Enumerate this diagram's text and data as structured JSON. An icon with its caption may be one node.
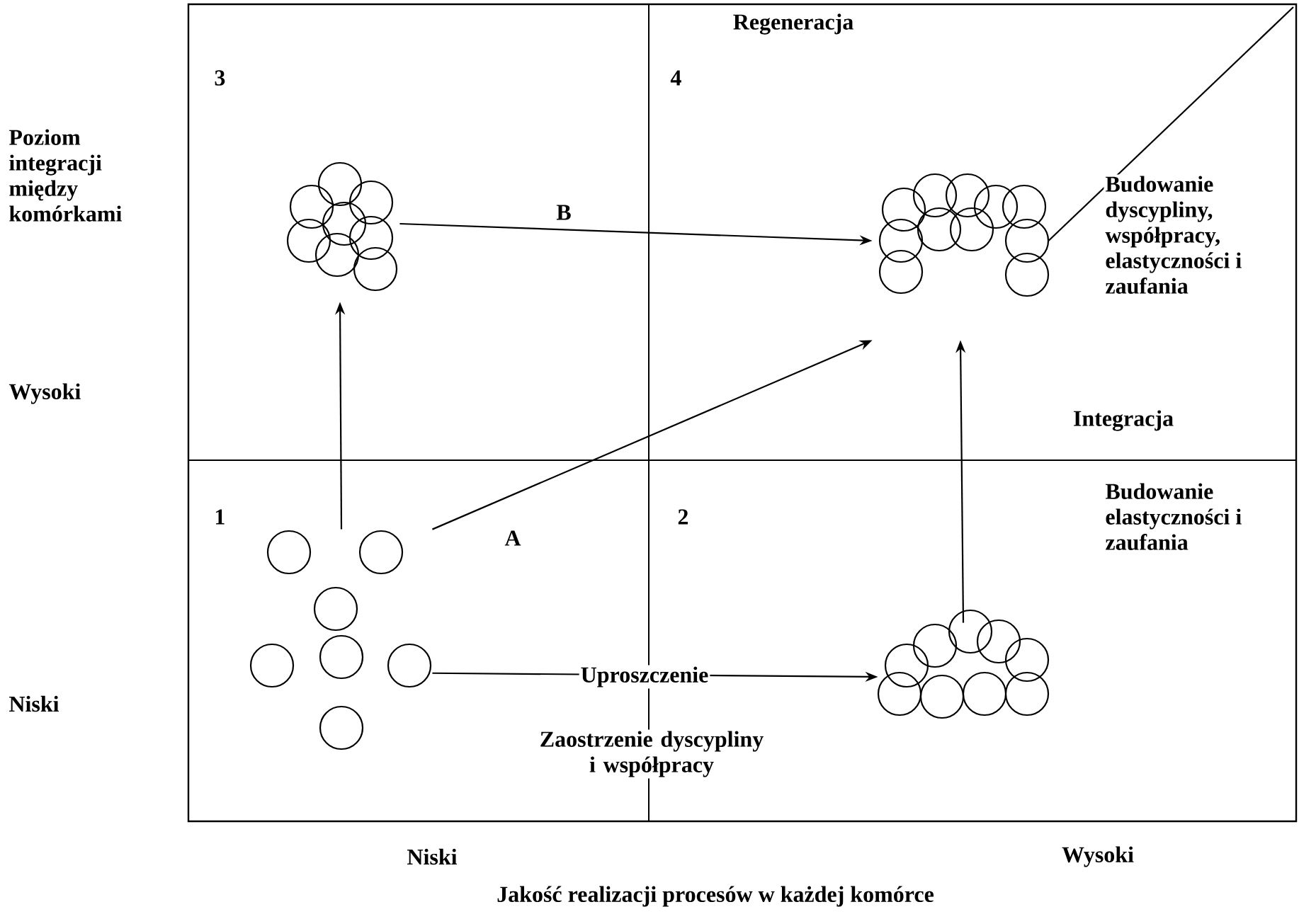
{
  "diagram": {
    "caption": "Jakość realizacji procesów w każdej komórce",
    "nodes": [
      {
        "text": [],
        "shape": "circles"
      },
      {
        "text": [],
        "shape": "circles"
      },
      {
        "text": [],
        "shape": "circles"
      },
      {
        "text": [],
        "shape": "circles"
      }
    ],
    "edges": [
      {
        "from": 2,
        "to": 0,
        "arrow": "to"
      },
      {
        "from": 2,
        "to": 1,
        "arrow": "to",
        "label": "A"
      },
      {
        "from": 0,
        "to": 1,
        "arrow": "to",
        "label": "B"
      },
      {
        "from": 2,
        "to": 3,
        "arrow": "to",
        "label": "Uproszczenie"
      },
      {
        "from": 3,
        "to": 1,
        "arrow": "to"
      },
      {
        "from": 1,
        "to": null,
        "arrow": "none"
      }
    ],
    "labels": [
      "Regeneracja",
      "3",
      "4",
      "Poziom integracji między komórkami",
      "Budowanie dyscypliny, współpracy, elastyczności i zaufania",
      "Wysoki",
      "Integracja",
      "1",
      "2",
      "Budowanie elastyczności i zaufania",
      "Niski",
      "Zaostrzenie dyscypliny i współpracy",
      "Niski",
      "Wysoki"
    ]
  }
}
